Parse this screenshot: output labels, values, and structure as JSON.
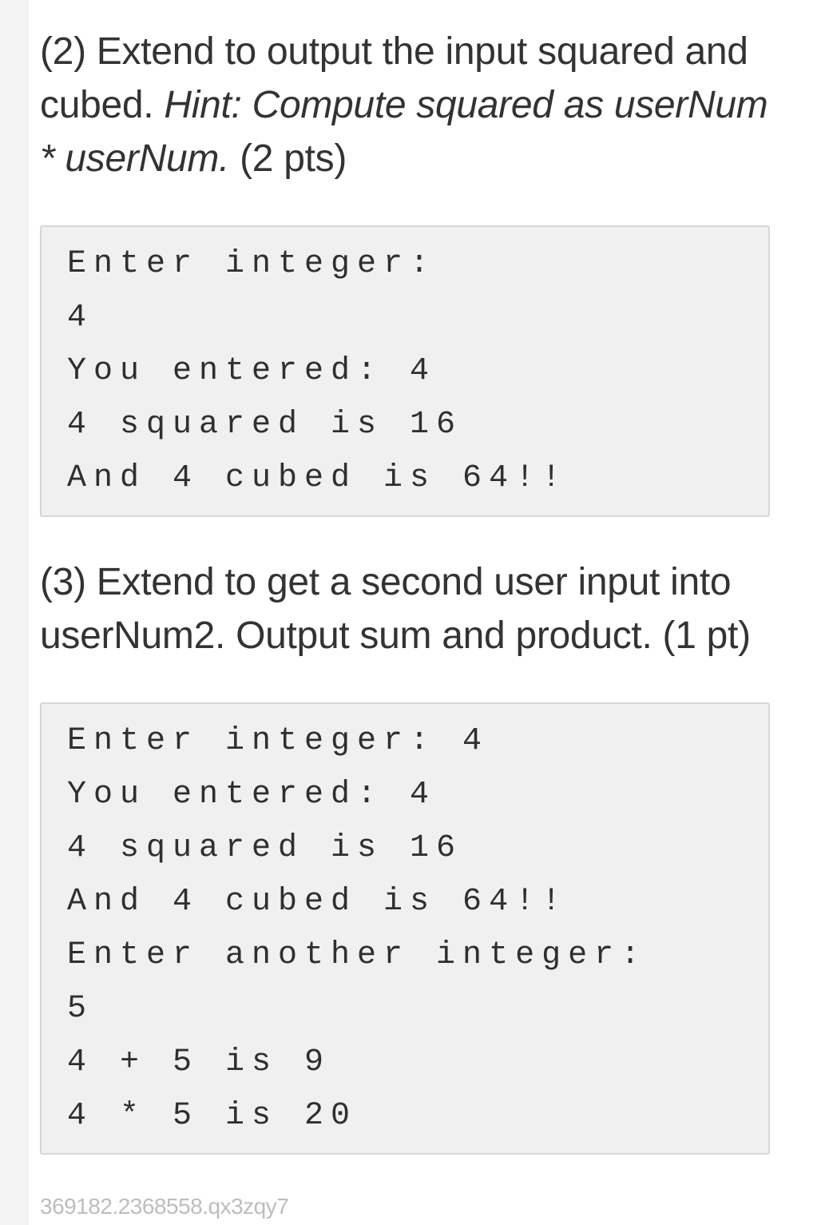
{
  "step2": {
    "prefix": "(2) Extend to output the input squared and cubed. ",
    "hint": "Hint: Compute squared as userNum * userNum.",
    "suffix": " (2 pts)"
  },
  "step2_output": [
    "Enter integer:",
    "4",
    "You entered: 4",
    "4 squared is 16",
    "And 4 cubed is 64!!"
  ],
  "step3": {
    "text": "(3) Extend to get a second user input into userNum2. Output sum and product. (1 pt)"
  },
  "step3_output": [
    "Enter integer: 4",
    "You entered: 4",
    "4 squared is 16",
    "And 4 cubed is 64!!",
    "Enter another integer:",
    "5",
    "4 + 5 is 9",
    "4 * 5 is 20"
  ],
  "footer": {
    "id": "369182.2368558.qx3zqy7"
  }
}
